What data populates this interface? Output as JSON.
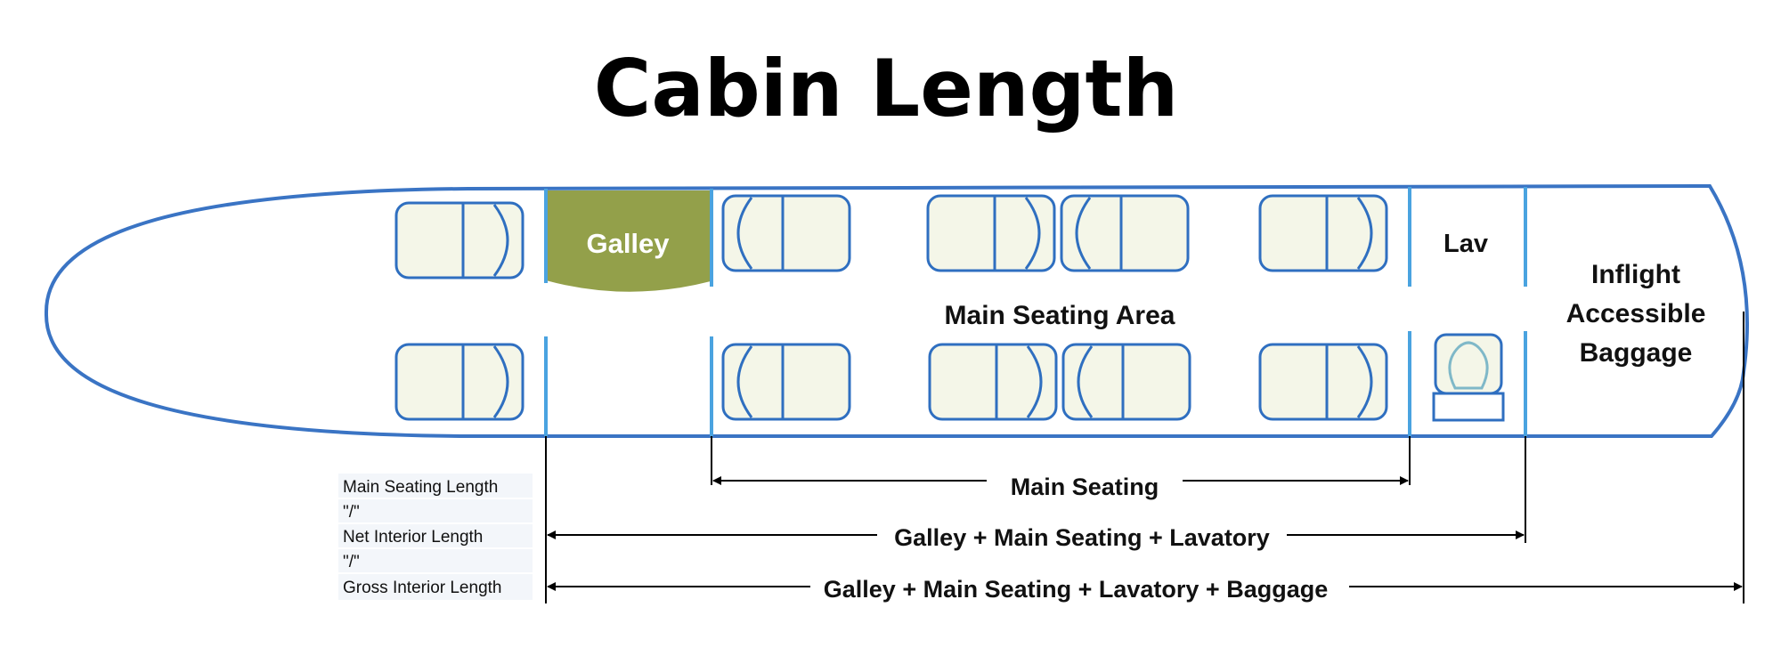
{
  "title": "Cabin Length",
  "zones": {
    "galley": "Galley",
    "main_seating_area": "Main Seating Area",
    "lav": "Lav",
    "baggage_line1": "Inflight",
    "baggage_line2": "Accessible",
    "baggage_line3": "Baggage"
  },
  "dimensions": {
    "main_seating": "Main Seating",
    "net_interior": "Galley + Main Seating + Lavatory",
    "gross_interior": "Galley + Main Seating + Lavatory + Baggage"
  },
  "legend": {
    "main_seating_length": "Main Seating Length",
    "quote_1": "\"/\"",
    "net_interior_length": "Net Interior Length",
    "quote_2": "\"/\"",
    "gross_interior_length": "Gross Interior Length"
  },
  "colors": {
    "outline": "#3a74c4",
    "bulkhead": "#4aa3e0",
    "galley_fill": "#93a04a",
    "seat_fill": "#f4f6e8",
    "seat_stroke": "#2f6fc0",
    "legend_bg": "#f3f6fa"
  }
}
